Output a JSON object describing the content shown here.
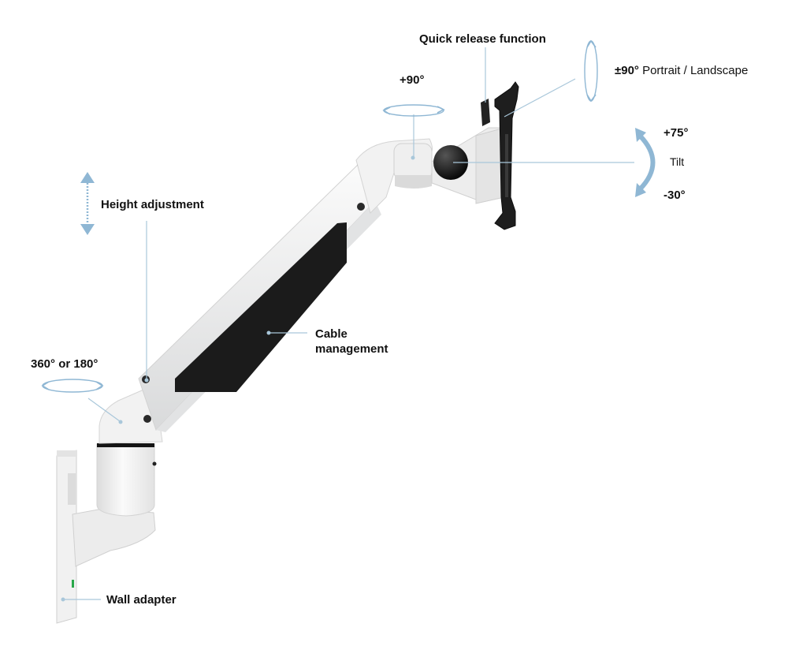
{
  "labels": {
    "quick_release": "Quick release function",
    "rotate_90": "+90°",
    "portrait_value": "±90°",
    "portrait_text": " Portrait / Landscape",
    "tilt_up": "+75°",
    "tilt": "Tilt",
    "tilt_down": "-30°",
    "height_adjustment": "Height adjustment",
    "cable_line1": "Cable",
    "cable_line2": "management",
    "swivel_base": "360° or 180°",
    "wall_adapter": "Wall adapter"
  },
  "colors": {
    "arm_white": "#f3f3f3",
    "arm_shade": "#d9dadb",
    "cover_black": "#1b1b1b",
    "callout_line": "#a9c7da",
    "arrow_blue": "#8fb7d4"
  }
}
